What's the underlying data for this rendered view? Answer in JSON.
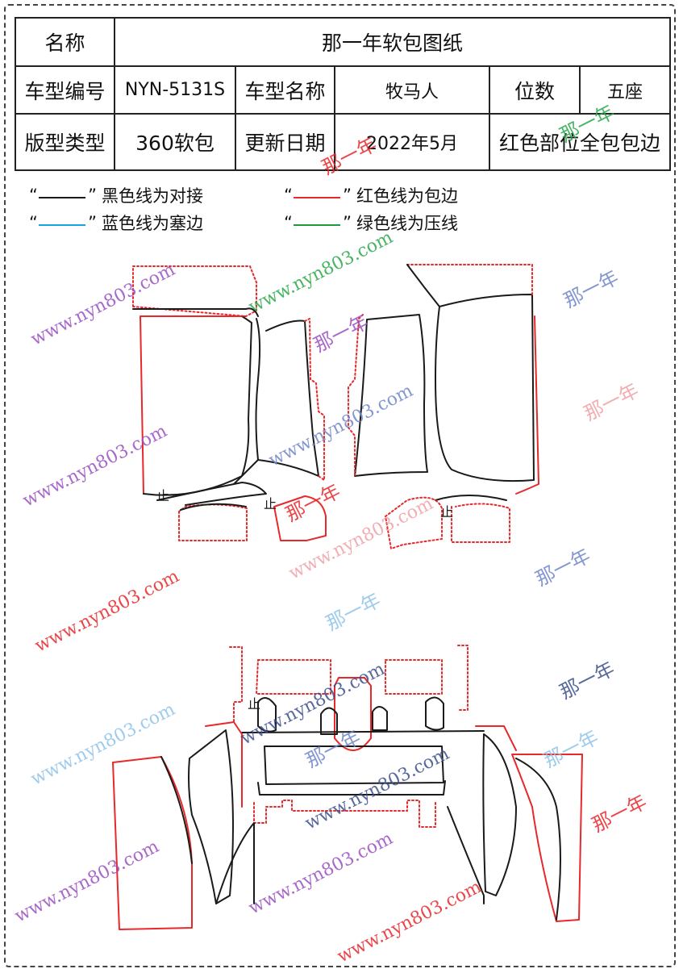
{
  "header": {
    "name_label": "名称",
    "name_value": "那一年软包图纸",
    "model_code_label": "车型编号",
    "model_code_value": "NYN-5131S",
    "model_name_label": "车型名称",
    "model_name_value": "牧马人",
    "seats_label": "位数",
    "seats_value": "五座",
    "type_label": "版型类型",
    "type_value": "360软包",
    "update_label": "更新日期",
    "update_value": "2022年5月",
    "note": "红色部位全包包边"
  },
  "legend": [
    {
      "text": "黑色线为对接",
      "color": "#1a1a1a"
    },
    {
      "text": "红色线为包边",
      "color": "#e8282b"
    },
    {
      "text": "蓝色线为塞边",
      "color": "#1aa3dc"
    },
    {
      "text": "绿色线为压线",
      "color": "#1f9a3a"
    }
  ],
  "stop_mark": "止",
  "watermarks": {
    "url": "www.nyn803.com",
    "name": "那一年"
  },
  "colors": {
    "black_line": "#1a1a1a",
    "red_line": "#e8282b",
    "wm_purple": "#9a4fc2",
    "wm_blue": "#6f86c9",
    "wm_red": "#e8282b",
    "wm_pink": "#f0a0a6",
    "wm_green": "#2aa84a",
    "wm_lightblue": "#8ec4ea",
    "wm_navy": "#3b4f8c"
  }
}
